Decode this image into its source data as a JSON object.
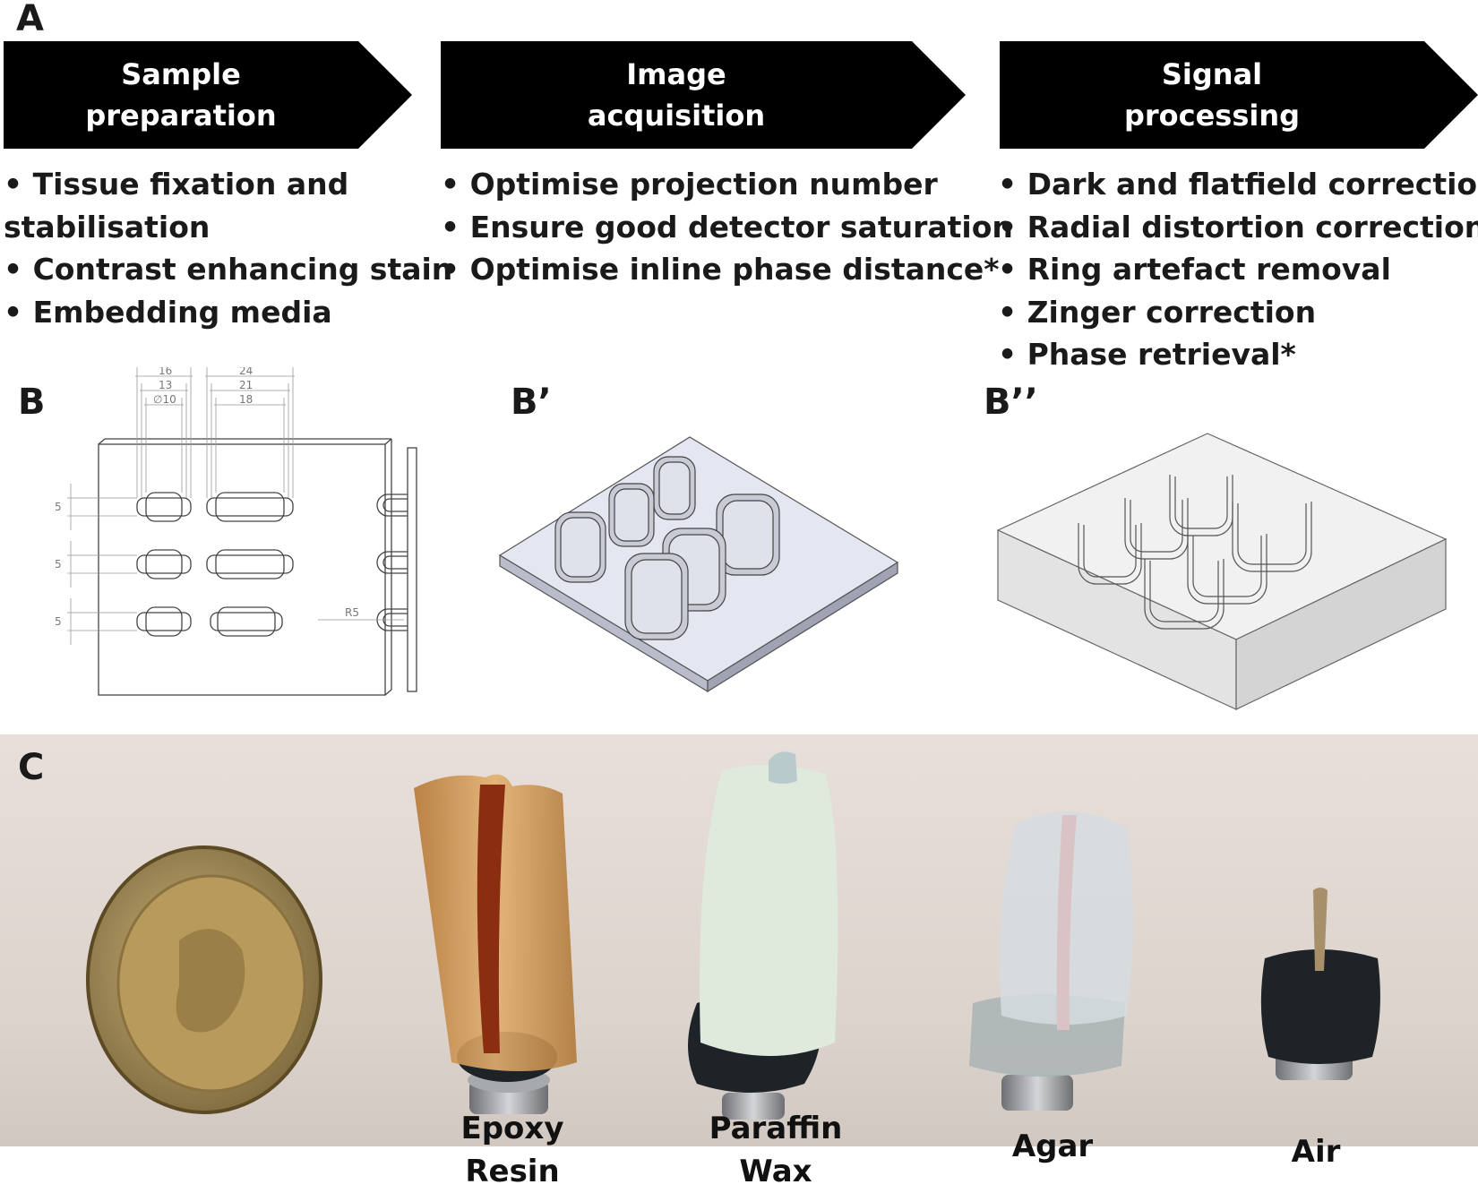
{
  "panels": {
    "a": "A",
    "b": "B",
    "b1": "B’",
    "b2": "B’’",
    "c": "C"
  },
  "workflow": [
    {
      "title_line1": "Sample",
      "title_line2": "preparation",
      "items": [
        "Tissue fixation and",
        "stabilisation",
        "Contrast enhancing stain",
        "Embedding media"
      ]
    },
    {
      "title_line1": "Image",
      "title_line2": "acquisition",
      "items": [
        "Optimise projection number",
        "Ensure good detector saturation",
        "Optimise inline phase distance*"
      ]
    },
    {
      "title_line1": "Signal",
      "title_line2": "processing",
      "items": [
        "Dark and flatfield corrections",
        "Radial distortion correction",
        "Ring artefact removal",
        "Zinger correction",
        "Phase retrieval*"
      ]
    }
  ],
  "dimensions": {
    "d16": "16",
    "d13": "13",
    "d10": "∅10",
    "d24": "24",
    "d21": "21",
    "d18": "18",
    "d5a": "5",
    "d5b": "5",
    "d5c": "5",
    "r5": "R5"
  },
  "photo_labels": [
    {
      "line1": "Epoxy",
      "line2": "Resin"
    },
    {
      "line1": "Paraffin",
      "line2": "Wax"
    },
    {
      "line1": "Agar",
      "line2": ""
    },
    {
      "line1": "Air",
      "line2": ""
    }
  ],
  "colors": {
    "arrow": "#000000",
    "photo_bg": "#e6ded9",
    "epoxy": "#c98a3e",
    "paraffin": "#dfe9dc",
    "agar": "#d6dce0",
    "mount": "#1e2328"
  }
}
